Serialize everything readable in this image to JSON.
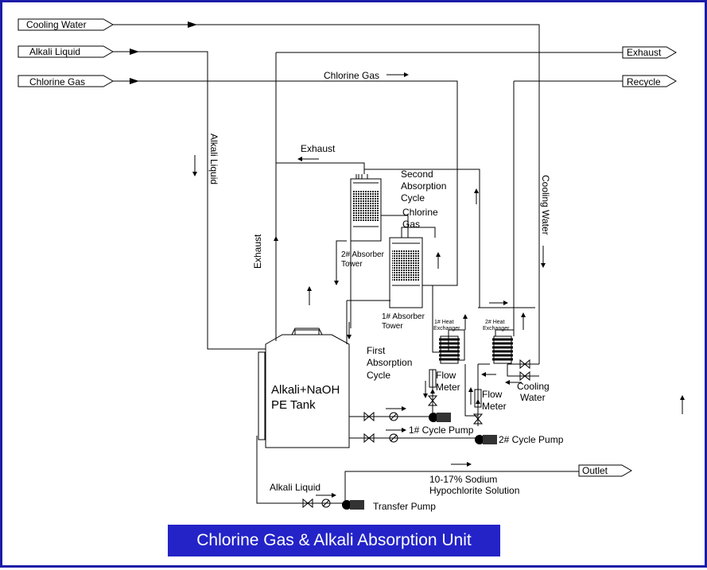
{
  "title": "Chlorine Gas & Alkali Absorption Unit",
  "colors": {
    "frame": "#1c1ca8",
    "title_bg": "#2323c8",
    "title_text": "#ffffff"
  },
  "inputs": {
    "cooling_water": "Cooling Water",
    "alkali_liquid": "Alkali Liquid",
    "chlorine_gas": "Chlorine Gas"
  },
  "outputs": {
    "exhaust": "Exhaust",
    "recycle": "Recycle",
    "outlet": "Outlet"
  },
  "labels": {
    "chlorine_gas_top": "Chlorine Gas",
    "alkali_liquid_vertical": "Alkali Liquid",
    "cooling_water_vertical": "Cooling Water",
    "exhaust_upper": "Exhaust",
    "exhaust_vertical": "Exhaust",
    "second_cycle": [
      "Second",
      "Absorption",
      "Cycle"
    ],
    "chlorine_gas_mid": [
      "Chlorine",
      "Gas"
    ],
    "tower2": [
      "2# Absorber",
      "Tower"
    ],
    "tower1": [
      "1# Absorber",
      "Tower"
    ],
    "hx1": [
      "1# Heat",
      "Exchanger"
    ],
    "hx2": [
      "2# Heat",
      "Exchanger"
    ],
    "first_cycle": [
      "First",
      "Absorption",
      "Cycle"
    ],
    "flow_meter_1": [
      "Flow",
      "Meter"
    ],
    "flow_meter_2": [
      "Flow",
      "Meter"
    ],
    "cooling_water_lower": [
      "Cooling",
      "Water"
    ],
    "tank": [
      "Alkali+NaOH",
      "PE Tank"
    ],
    "pump1": "1# Cycle Pump",
    "pump2": "2# Cycle Pump",
    "solution": [
      "10-17% Sodium",
      "Hypochlorite Solution"
    ],
    "alkali_liquid_lower": "Alkali Liquid",
    "transfer_pump": "Transfer Pump"
  }
}
